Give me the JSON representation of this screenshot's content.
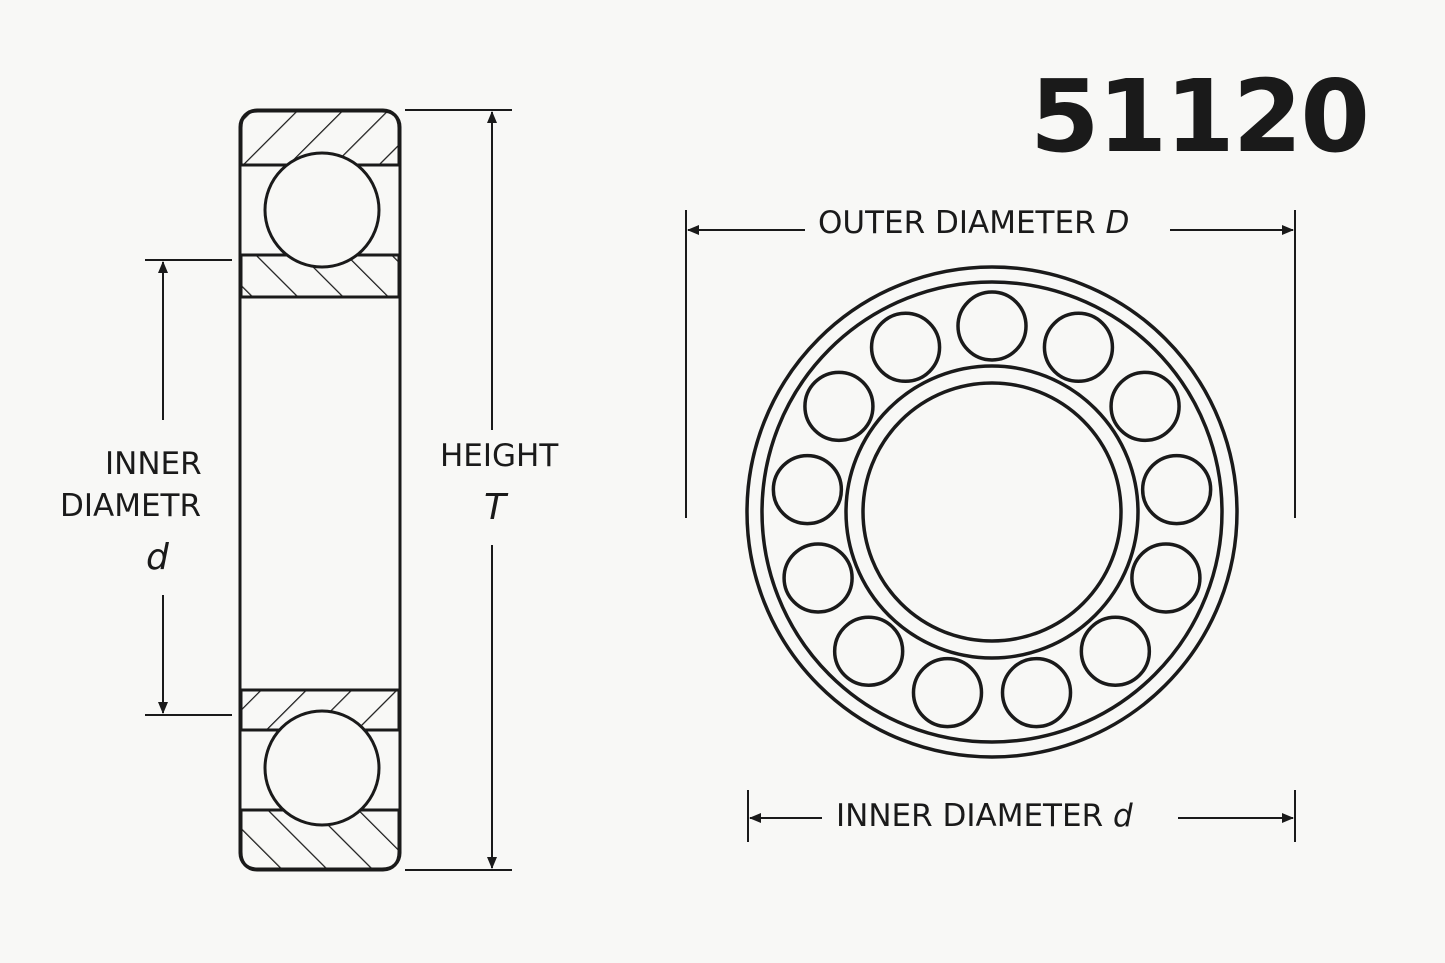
{
  "title": "51120",
  "labels": {
    "outer_diameter": "OUTER DIAMETER",
    "outer_diameter_symbol": "D",
    "inner_diameter": "INNER DIAMETER",
    "inner_diameter_symbol": "d",
    "height": "HEIGHT",
    "height_symbol": "T",
    "side_inner_line1": "INNER",
    "side_inner_line2": "DIAMETR",
    "side_inner_symbol": "d"
  },
  "colors": {
    "line": "#1a1a1a",
    "background": "#f8f8f6"
  },
  "ball_count": 13
}
